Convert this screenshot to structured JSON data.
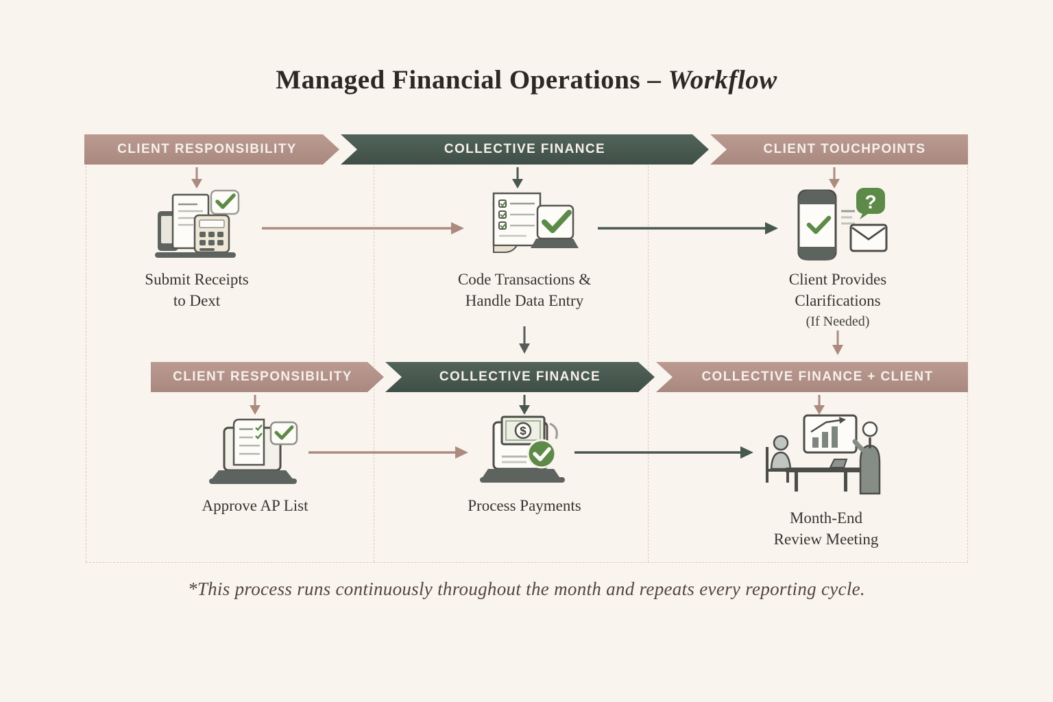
{
  "title": {
    "main": "Managed Financial Operations –",
    "emphasis": "Workflow"
  },
  "row1": {
    "banners": [
      "CLIENT RESPONSIBILITY",
      "COLLECTIVE FINANCE",
      "CLIENT TOUCHPOINTS"
    ],
    "steps": [
      {
        "icon": "receipt-calculator-check-icon",
        "lines": [
          "Submit Receipts",
          "to Dext"
        ]
      },
      {
        "icon": "receipt-list-check-icon",
        "lines": [
          "Code Transactions &",
          "Handle Data Entry"
        ]
      },
      {
        "icon": "phone-question-envelope-icon",
        "lines": [
          "Client Provides",
          "Clarifications"
        ],
        "sub": "(If Needed)"
      }
    ]
  },
  "row2": {
    "banners": [
      "CLIENT RESPONSIBILITY",
      "COLLECTIVE FINANCE",
      "COLLECTIVE FINANCE + CLIENT"
    ],
    "steps": [
      {
        "icon": "laptop-ap-list-icon",
        "lines": [
          "Approve AP List"
        ]
      },
      {
        "icon": "laptop-payment-check-icon",
        "lines": [
          "Process Payments"
        ]
      },
      {
        "icon": "meeting-presentation-icon",
        "lines": [
          "Month-End",
          "Review Meeting"
        ]
      }
    ]
  },
  "glyphs": {
    "question": "?",
    "dollar": "$"
  },
  "colors": {
    "background": "#faf4ee",
    "banner_rose": "#b2918a",
    "banner_green": "#48594f",
    "check_green": "#5d8a48",
    "arrow_rose": "#ab8b80",
    "arrow_green": "#47584e",
    "text_dark": "#37332e"
  },
  "footnote": "*This process runs continuously throughout the month and repeats every reporting cycle."
}
